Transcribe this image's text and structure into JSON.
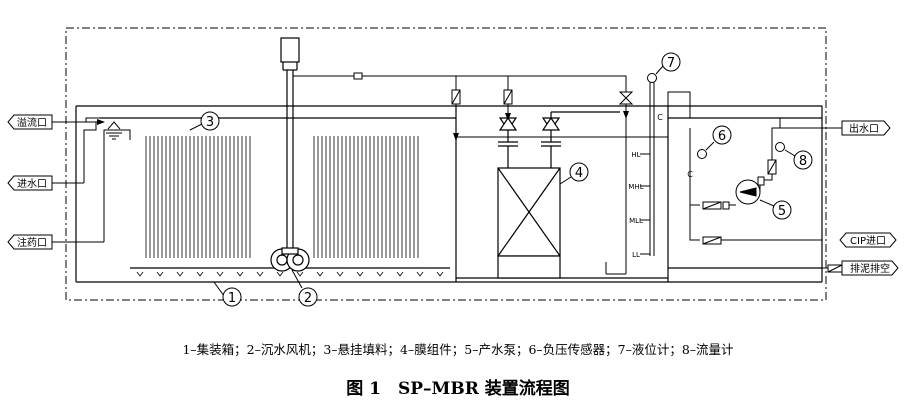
{
  "ports": {
    "overflow": "溢流口",
    "inlet": "进水口",
    "dosing": "注药口",
    "outlet": "出水口",
    "cip_inlet": "CIP进口",
    "sludge": "排泥排空"
  },
  "callouts": [
    "1",
    "2",
    "3",
    "4",
    "5",
    "6",
    "7",
    "8"
  ],
  "level_marks": {
    "hl": "HL",
    "mhl": "MHL",
    "mll": "MLL",
    "ll": "LL",
    "c1": "C",
    "c2": "C"
  },
  "legend": "1–集装箱；2–沉水风机；3–悬挂填料；4–膜组件；5–产水泵；6–负压传感器；7–液位计；8–流量计",
  "caption": "图 1　SP–MBR 装置流程图"
}
